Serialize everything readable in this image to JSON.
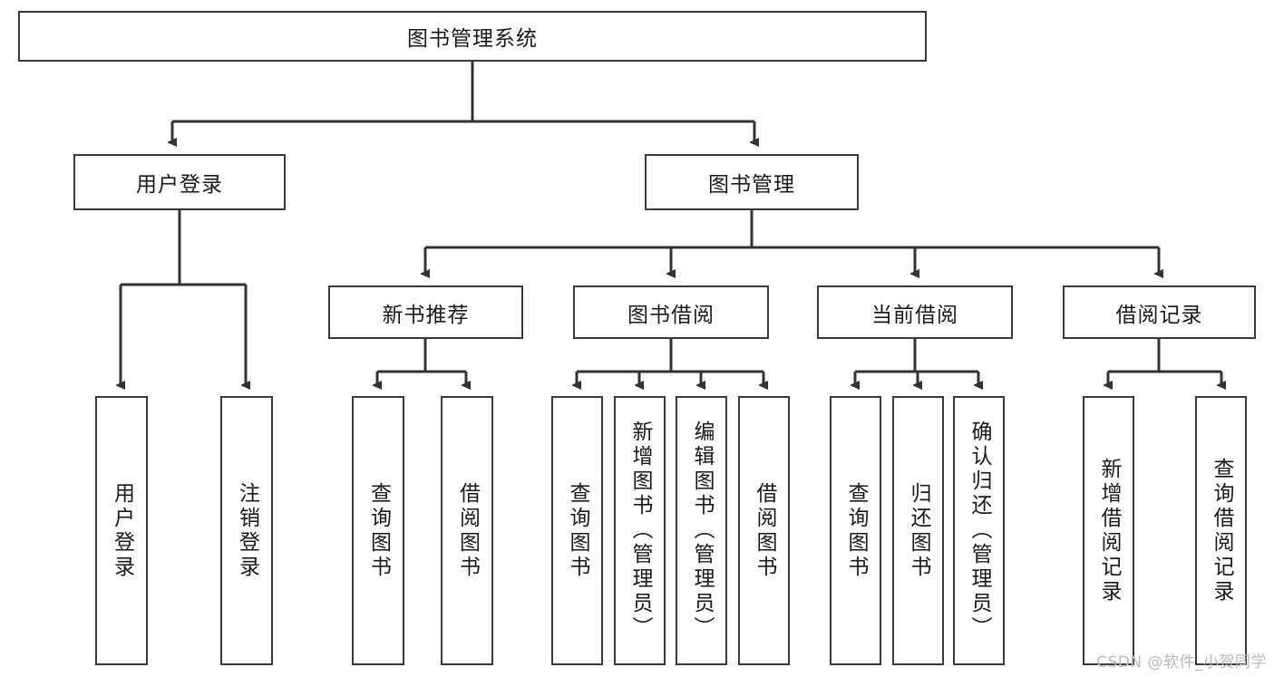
{
  "diagram": {
    "title": "图书管理系统",
    "type": "tree-hierarchy-diagram",
    "colors": {
      "box_border": "#3a3a3a",
      "box_fill": "#ffffff",
      "edge": "#333333",
      "text": "#1a1a1a",
      "watermark": "#b9b9b9",
      "background": "#ffffff"
    },
    "root": {
      "label": "图书管理系统"
    },
    "level2": [
      {
        "label": "用户登录"
      },
      {
        "label": "图书管理"
      }
    ],
    "level3": [
      {
        "label": "新书推荐"
      },
      {
        "label": "图书借阅"
      },
      {
        "label": "当前借阅"
      },
      {
        "label": "借阅记录"
      }
    ],
    "leaves": {
      "user_login": [
        {
          "label": "用户登录"
        },
        {
          "label": "注销登录"
        }
      ],
      "new_book_recommend": [
        {
          "label": "查询图书"
        },
        {
          "label": "借阅图书"
        }
      ],
      "book_borrow": [
        {
          "label": "查询图书"
        },
        {
          "label": "新增图书（管理员）"
        },
        {
          "label": "编辑图书（管理员）"
        },
        {
          "label": "借阅图书"
        }
      ],
      "current_borrow": [
        {
          "label": "查询图书"
        },
        {
          "label": "归还图书"
        },
        {
          "label": "确认归还（管理员）"
        }
      ],
      "borrow_record": [
        {
          "label": "新增借阅记录"
        },
        {
          "label": "查询借阅记录"
        }
      ]
    }
  },
  "watermark": {
    "text": "CSDN @软件_小贺同学"
  }
}
